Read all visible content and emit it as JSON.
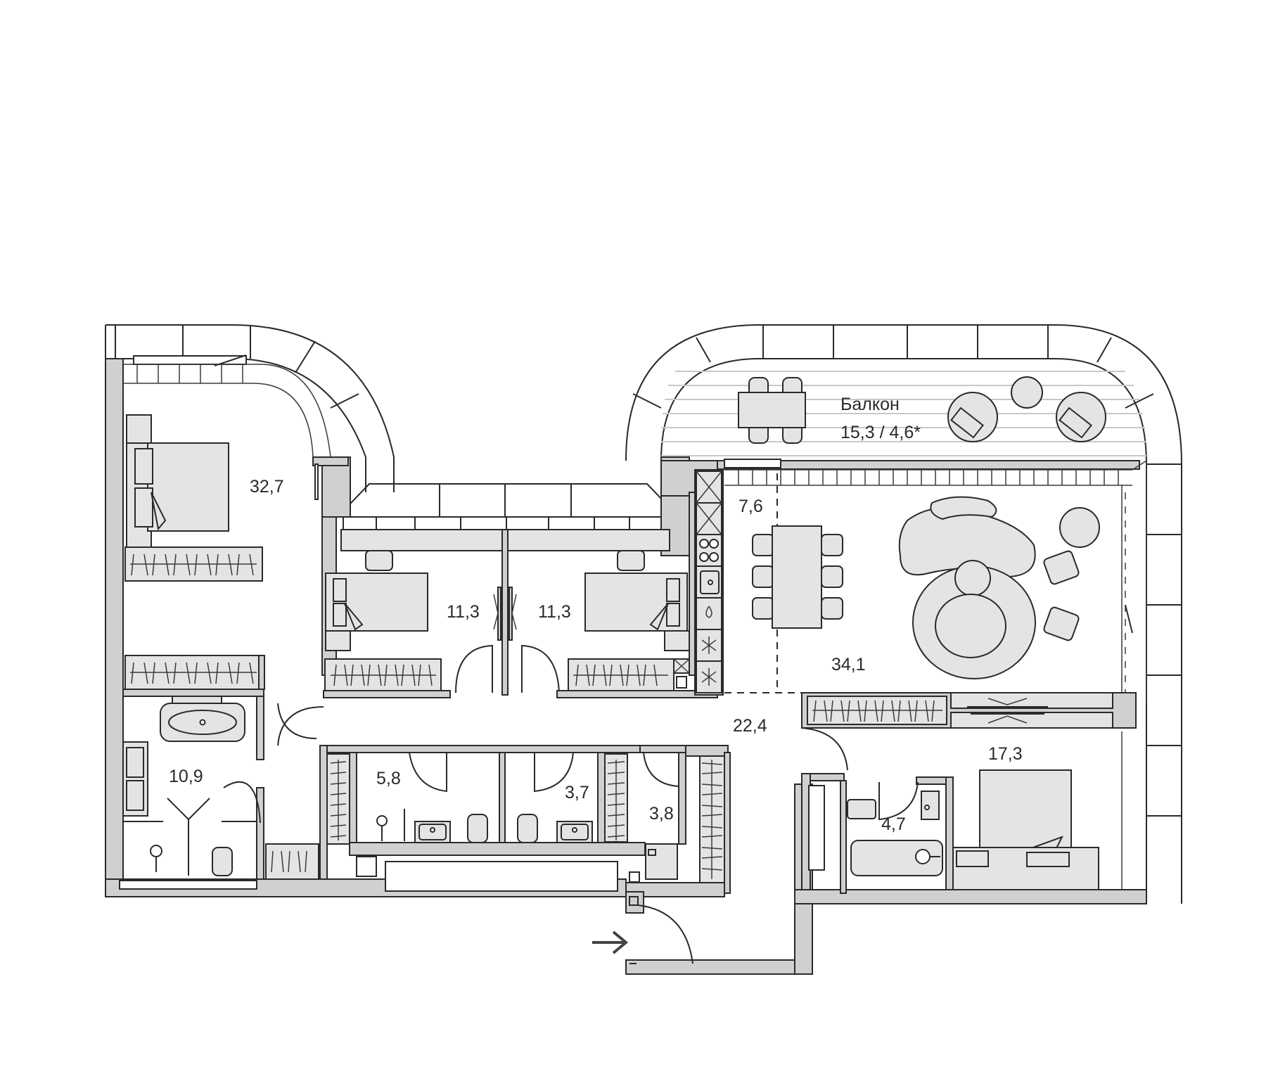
{
  "plan": {
    "type": "apartment-floor-plan",
    "colors": {
      "wall": "#d0d0d0",
      "furniture": "#e4e4e4",
      "line": "#2a2a2a",
      "decking": "#c8c8c8",
      "background": "#ffffff"
    },
    "rooms": {
      "master_bedroom": {
        "area": "32,7"
      },
      "master_bathroom": {
        "area": "10,9"
      },
      "bedroom_left": {
        "area": "11,3"
      },
      "bedroom_right": {
        "area": "11,3"
      },
      "kitchen": {
        "area": "7,6"
      },
      "living_room": {
        "area": "34,1"
      },
      "hallway": {
        "area": "22,4"
      },
      "bathroom_1": {
        "area": "5,8"
      },
      "bathroom_2": {
        "area": "3,7"
      },
      "storage": {
        "area": "3,8"
      },
      "bedroom_east": {
        "area": "17,3"
      },
      "bathroom_east": {
        "area": "4,7"
      },
      "balcony": {
        "name": "Балкон",
        "area": "15,3 / 4,6*"
      }
    },
    "entrance": {
      "icon": "arrow-right-icon"
    }
  }
}
